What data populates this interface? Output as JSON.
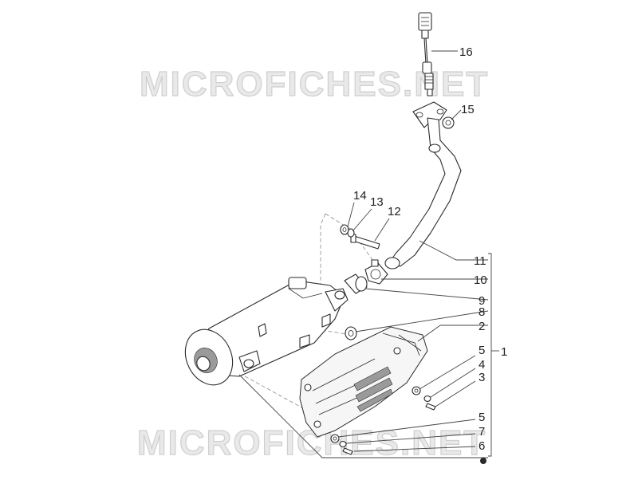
{
  "watermark": {
    "text": "MICROFICHES.NET"
  },
  "callouts": {
    "c1": "1",
    "c2": "2",
    "c3": "3",
    "c4": "4",
    "c5a": "5",
    "c5b": "5",
    "c6": "6",
    "c7": "7",
    "c8": "8",
    "c9": "9",
    "c10": "10",
    "c11": "11",
    "c12": "12",
    "c13": "13",
    "c14": "14",
    "c15": "15",
    "c16": "16"
  }
}
